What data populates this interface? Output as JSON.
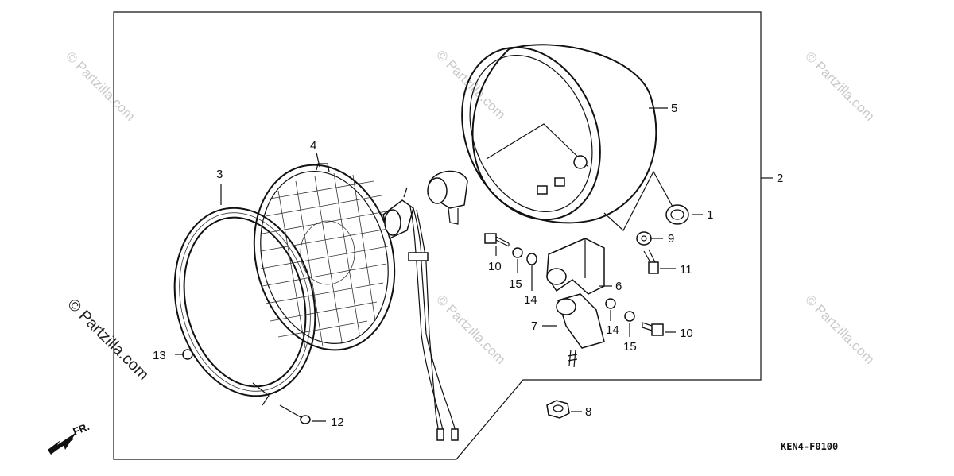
{
  "watermarks": {
    "large": "© Partzilla.com",
    "small": "© Partzilla.com"
  },
  "direction_label": "FR.",
  "diagram_code": "KEN4-F0100",
  "callouts": {
    "p1": "1",
    "p2": "2",
    "p3": "3",
    "p4": "4",
    "p5": "5",
    "p6": "6",
    "p7": "7",
    "p8": "8",
    "p9": "9",
    "p10a": "10",
    "p10b": "10",
    "p11": "11",
    "p12": "12",
    "p13": "13",
    "p14a": "14",
    "p14b": "14",
    "p15a": "15",
    "p15b": "15"
  },
  "icons": {
    "direction_arrow": "arrow-down-left-icon"
  }
}
